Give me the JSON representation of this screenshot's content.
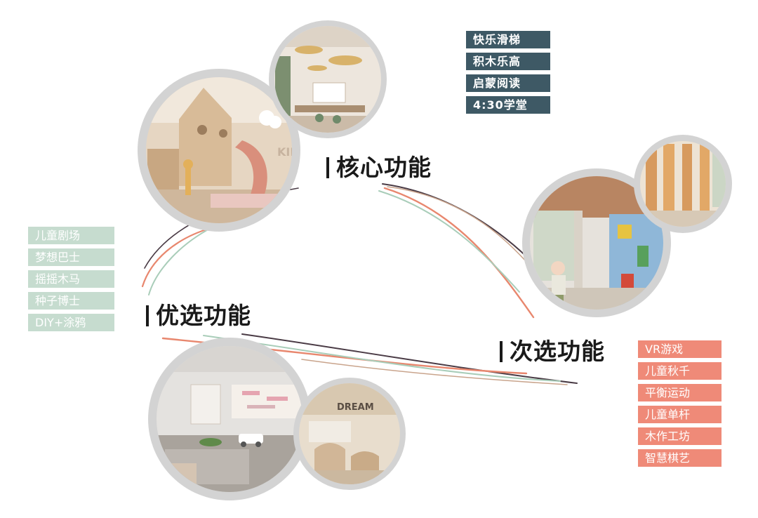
{
  "sections": {
    "core": {
      "title": "核心功能",
      "items": [
        "快乐滑梯",
        "积木乐高",
        "启蒙阅读",
        "4:30学堂"
      ],
      "color": "#3e5965"
    },
    "optional": {
      "title": "优选功能",
      "items": [
        "儿童剧场",
        "梦想巴士",
        "摇摇木马",
        "种子博士",
        "DIY+涂鸦"
      ],
      "color": "#c6dccf"
    },
    "secondary": {
      "title": "次选功能",
      "items": [
        "VR游戏",
        "儿童秋千",
        "平衡运动",
        "儿童单杆",
        "木作工坊",
        "智慧棋艺"
      ],
      "color": "#ef8a78"
    }
  },
  "photo_texts": {
    "kids": "KIDS",
    "dream": "DREAM"
  },
  "colors": {
    "circle_frame": "#d3d3d3",
    "line_dark": "#4a3b45",
    "line_orange": "#e8876e",
    "line_green": "#a9cdb9",
    "line_tan": "#c9a48c"
  }
}
